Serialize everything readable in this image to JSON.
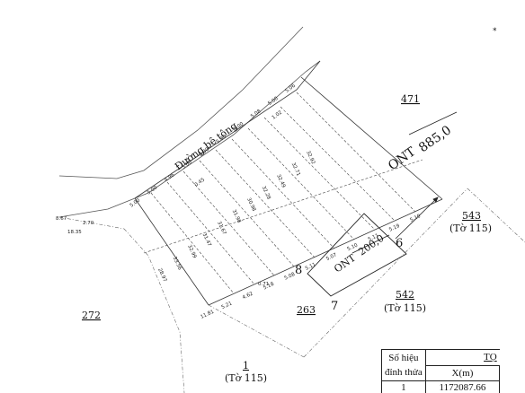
{
  "road_label": "Đường bê tông",
  "main_parcel": {
    "class": "ONT",
    "area": "885,0"
  },
  "inner_parcel": {
    "class": "ONT",
    "area": "200,0"
  },
  "parcel_numbers": {
    "p471": "471",
    "p543": "543",
    "p542": "542",
    "p272": "272",
    "p263": "263",
    "p1": "1"
  },
  "sheet_refs": {
    "s543": "(Tờ 115)",
    "s542": "(Tờ 115)",
    "s1": "(Tờ 115)"
  },
  "vertex_numbers": {
    "v6": "6",
    "v7": "7",
    "v8": "8"
  },
  "top_dims": [
    "5.00",
    "5.00",
    "4.96",
    "5.00",
    "5.00",
    "5.00",
    "5.00",
    "5.08",
    "5.00",
    "5.06"
  ],
  "top_small": [
    "0.45",
    "2.70",
    "1.02"
  ],
  "bottom_dims": [
    "11.81",
    "5.21",
    "4.62",
    "5.18",
    "5.08",
    "5.11",
    "5.07",
    "5.10",
    "5.11",
    "5.19",
    "5.10"
  ],
  "diag_dims": [
    "28.97",
    "33.56",
    "32.99",
    "31.47",
    "31.67",
    "31.98",
    "30.98",
    "32.28",
    "32.49",
    "32.71",
    "32.92"
  ],
  "left_dims": [
    "8.67",
    "18.35",
    "2.70",
    "0.71"
  ],
  "stamp": "*",
  "table": {
    "header_1": "Số hiệu",
    "header_1b": "đỉnh thửa",
    "header_2": "TỌ",
    "sub_x": "X(m)",
    "row1_id": "1",
    "row1_x": "1172087.66"
  }
}
